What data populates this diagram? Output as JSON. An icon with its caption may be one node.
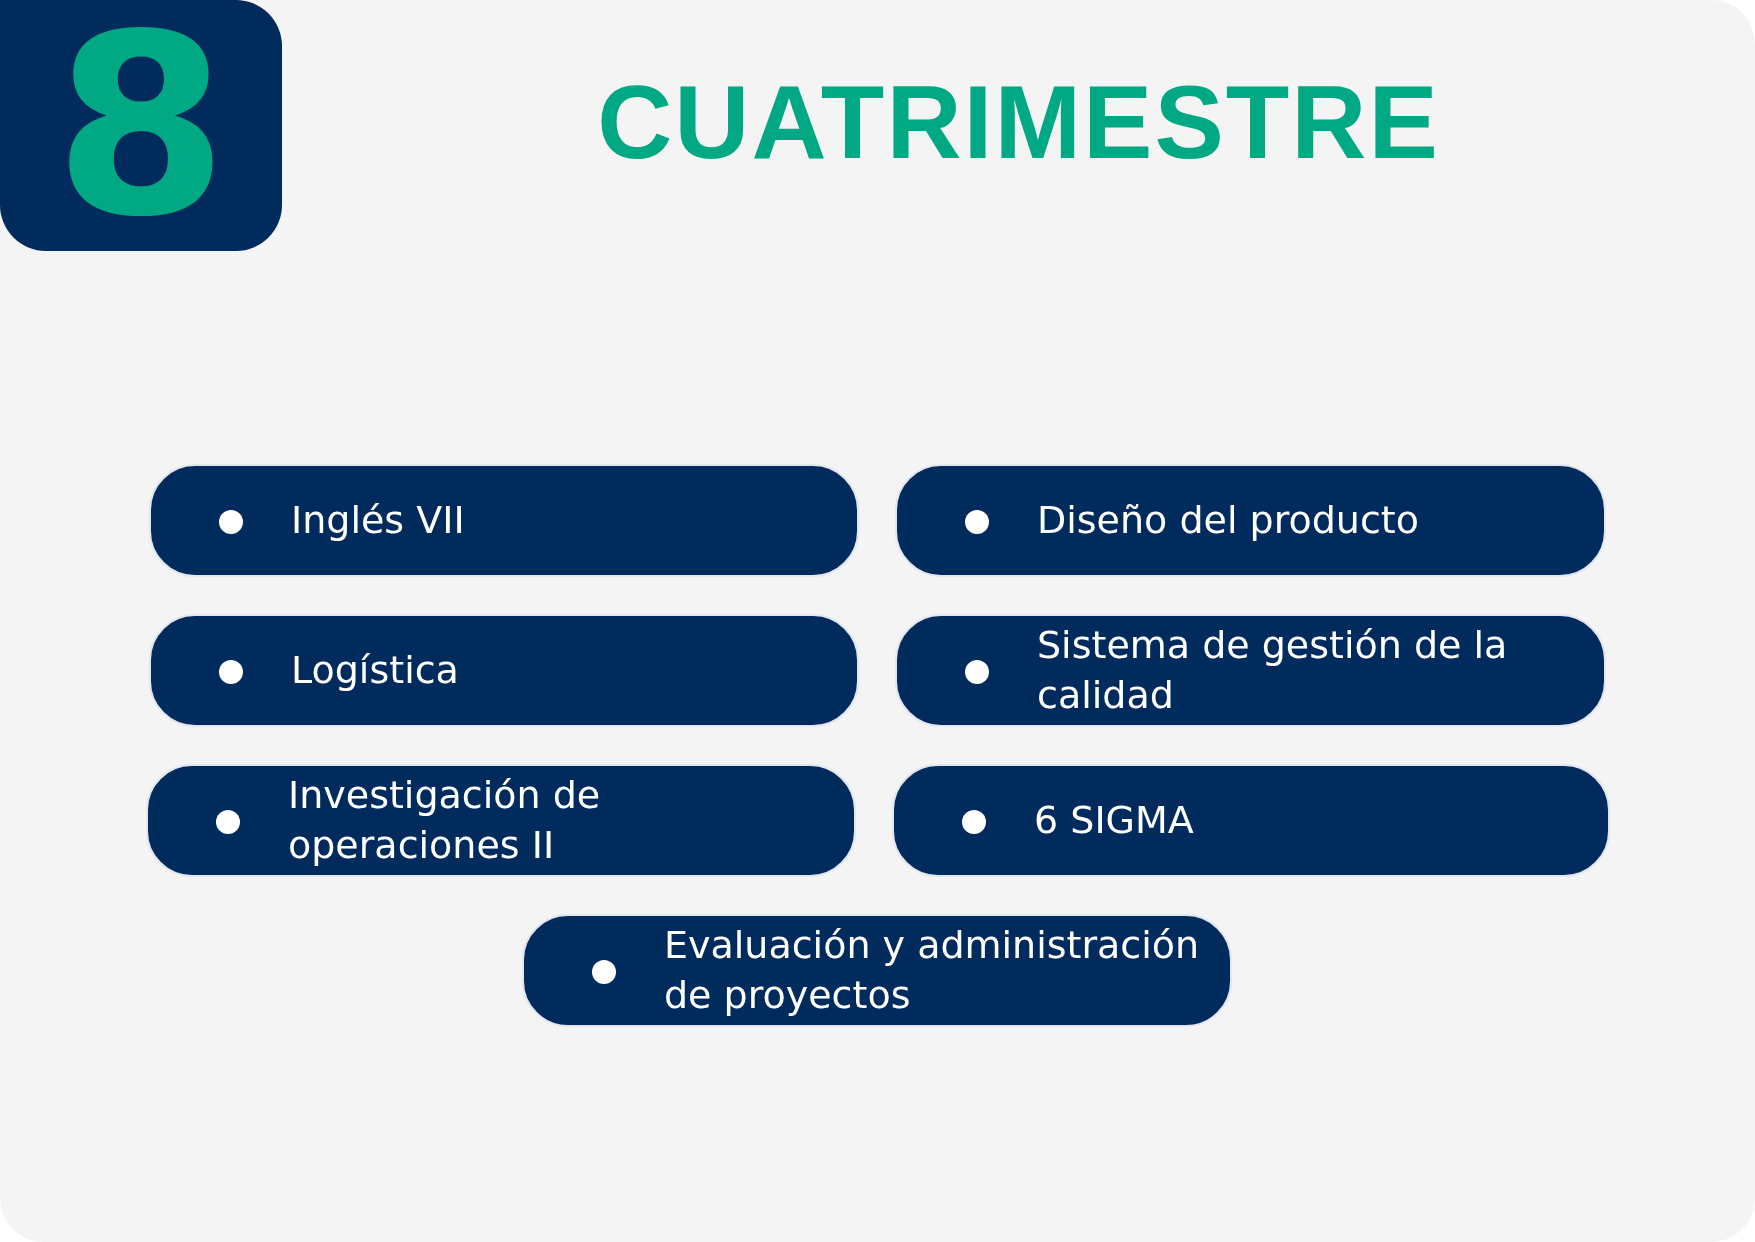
{
  "diagram": {
    "title": "CUATRIMESTRE",
    "nodes": [
      {
        "text": [
          "8"
        ]
      },
      {
        "text": [
          "Inglés VII"
        ]
      },
      {
        "text": [
          "Diseño del producto"
        ]
      },
      {
        "text": [
          "Logística"
        ]
      },
      {
        "text": [
          "Sistema de gestión de la calidad"
        ]
      },
      {
        "text": [
          "Investigación de operaciones II"
        ]
      },
      {
        "text": [
          "6 SIGMA"
        ]
      },
      {
        "text": [
          "Evaluación y administración de proyectos"
        ]
      }
    ]
  }
}
